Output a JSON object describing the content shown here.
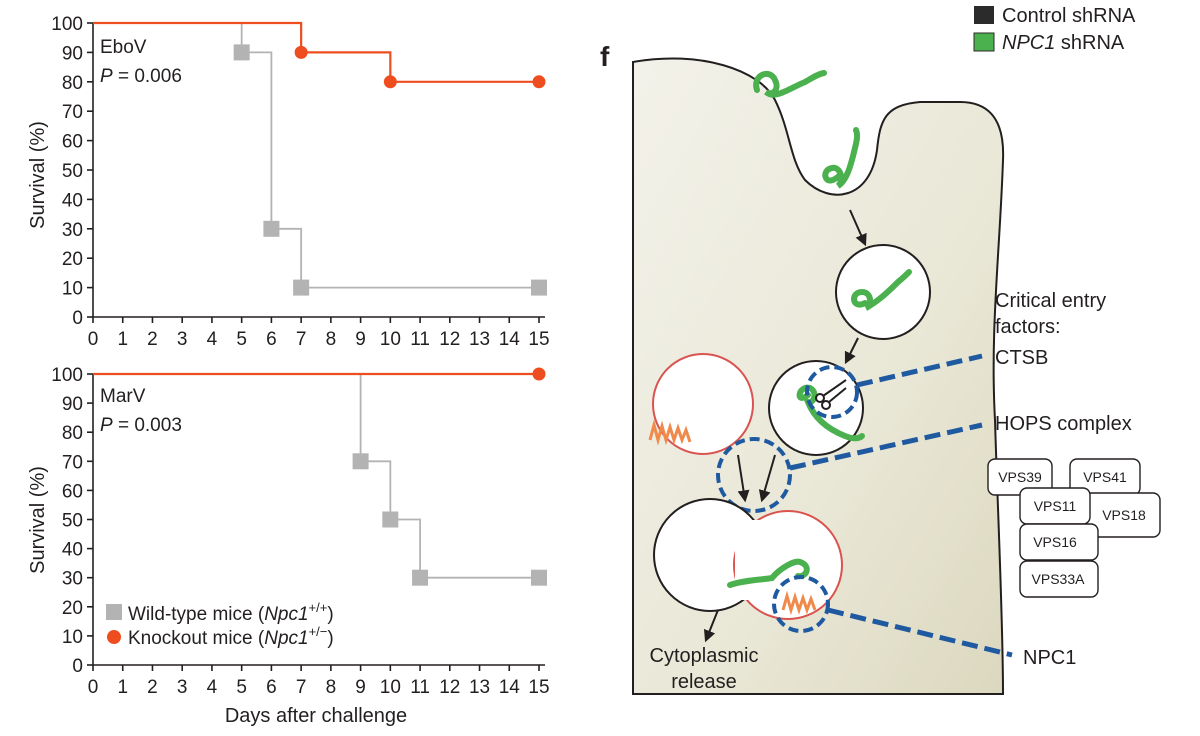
{
  "figure": {
    "panel_letter": "f",
    "legend_control": "Control shRNA",
    "legend_npc1_italic": "NPC1",
    "legend_npc1_rest": " shRNA",
    "colors": {
      "wildtype": "#b3b3b3",
      "knockout": "#ee4d1f",
      "control_swatch": "#2b2b2b",
      "npc1_swatch": "#4bb04e",
      "dashed": "#1f5aa1",
      "cell": "#eae8d8",
      "membrane": "#231f20"
    }
  },
  "chart_data": [
    {
      "type": "line",
      "step": true,
      "title": "",
      "annotation_virus": "EboV",
      "annotation_p": "P",
      "annotation_p_value": " = 0.006",
      "xlabel": "",
      "ylabel": "Survival (%)",
      "xlim": [
        0,
        15
      ],
      "ylim": [
        0,
        100
      ],
      "xticks": [
        0,
        1,
        2,
        3,
        4,
        5,
        6,
        7,
        8,
        9,
        10,
        11,
        12,
        13,
        14,
        15
      ],
      "yticks": [
        0,
        10,
        20,
        30,
        40,
        50,
        60,
        70,
        80,
        90,
        100
      ],
      "series": [
        {
          "key": "wt",
          "steps": [
            [
              0,
              100
            ],
            [
              5,
              90
            ],
            [
              6,
              30
            ],
            [
              7,
              10
            ],
            [
              15,
              10
            ]
          ],
          "markers": [
            [
              5,
              90
            ],
            [
              6,
              30
            ],
            [
              7,
              10
            ],
            [
              15,
              10
            ]
          ]
        },
        {
          "key": "ko",
          "steps": [
            [
              0,
              100
            ],
            [
              7,
              90
            ],
            [
              10,
              80
            ],
            [
              15,
              80
            ]
          ],
          "markers": [
            [
              7,
              90
            ],
            [
              10,
              80
            ],
            [
              15,
              80
            ]
          ]
        }
      ]
    },
    {
      "type": "line",
      "step": true,
      "title": "",
      "annotation_virus": "MarV",
      "annotation_p": "P",
      "annotation_p_value": " = 0.003",
      "xlabel": "Days after challenge",
      "ylabel": "Survival (%)",
      "xlim": [
        0,
        15
      ],
      "ylim": [
        0,
        100
      ],
      "xticks": [
        0,
        1,
        2,
        3,
        4,
        5,
        6,
        7,
        8,
        9,
        10,
        11,
        12,
        13,
        14,
        15
      ],
      "yticks": [
        0,
        10,
        20,
        30,
        40,
        50,
        60,
        70,
        80,
        90,
        100
      ],
      "legend_position": "bottom-left",
      "series": [
        {
          "key": "wt",
          "name_prefix": "Wild-type mice (",
          "name_italic": "Npc1",
          "name_sup": "+/+",
          "name_suffix": ")",
          "steps": [
            [
              0,
              100
            ],
            [
              9,
              70
            ],
            [
              10,
              50
            ],
            [
              11,
              30
            ],
            [
              15,
              30
            ]
          ],
          "markers": [
            [
              9,
              70
            ],
            [
              10,
              50
            ],
            [
              11,
              30
            ],
            [
              15,
              30
            ]
          ]
        },
        {
          "key": "ko",
          "name_prefix": "Knockout mice (",
          "name_italic": "Npc1",
          "name_sup": "+/−",
          "name_suffix": ")",
          "steps": [
            [
              0,
              100
            ],
            [
              15,
              100
            ]
          ],
          "markers": [
            [
              15,
              100
            ]
          ]
        }
      ]
    }
  ],
  "diagram": {
    "factors_title_line1": "Critical entry",
    "factors_title_line2": "factors:",
    "ctsb": "CTSB",
    "hops": "HOPS complex",
    "npc1": "NPC1",
    "release_line1": "Cytoplasmic",
    "release_line2": "release",
    "vps": [
      "VPS39",
      "VPS41",
      "VPS11",
      "VPS18",
      "VPS16",
      "VPS33A"
    ]
  }
}
